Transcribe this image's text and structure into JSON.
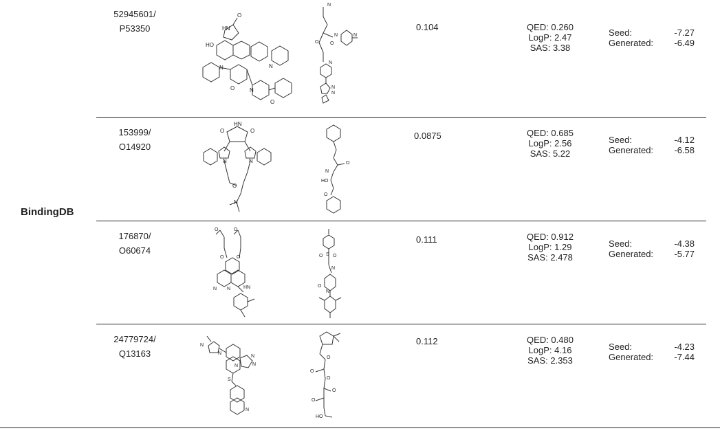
{
  "dataset_label": "BindingDB",
  "rows": [
    {
      "id_line1": "52945601/",
      "id_line2": "P53350",
      "score": "0.104",
      "qed": "QED: 0.260",
      "logp": "LogP: 2.47",
      "sas": "SAS: 3.38",
      "seed_label": "Seed:",
      "seed_value": "-7.27",
      "generated_label": "Generated:",
      "generated_value": "-6.49",
      "seed_atom_labels": [
        "HN",
        "HO",
        "O",
        "N",
        "N",
        "O",
        "N",
        "O"
      ],
      "gen_atom_labels": [
        "N",
        "N",
        "N",
        "N",
        "O",
        "O",
        "N",
        "N"
      ]
    },
    {
      "id_line1": "153999/",
      "id_line2": "O14920",
      "score": "0.0875",
      "qed": "QED: 0.685",
      "logp": "LogP: 2.56",
      "sas": "SAS: 5.22",
      "seed_label": "Seed:",
      "seed_value": "-4.12",
      "generated_label": "Generated:",
      "generated_value": "-6.58",
      "seed_atom_labels": [
        "HN",
        "O",
        "O",
        "N",
        "N",
        "O",
        "N"
      ],
      "gen_atom_labels": [
        "N",
        "O",
        "HO",
        "O"
      ]
    },
    {
      "id_line1": "176870/",
      "id_line2": "O60674",
      "score": "0.111",
      "qed": "QED: 0.912",
      "logp": "LogP: 1.29",
      "sas": "SAS: 2.478",
      "seed_label": "Seed:",
      "seed_value": "-4.38",
      "generated_label": "Generated:",
      "generated_value": "-5.77",
      "seed_atom_labels": [
        "O",
        "O",
        "O",
        "O",
        "N",
        "N",
        "HN"
      ],
      "gen_atom_labels": [
        "S",
        "O",
        "O",
        "N",
        "N",
        "O"
      ]
    },
    {
      "id_line1": "24779724/",
      "id_line2": "Q13163",
      "score": "0.112",
      "qed": "QED: 0.480",
      "logp": "LogP: 4.16",
      "sas": "SAS: 2.353",
      "seed_label": "Seed:",
      "seed_value": "-4.23",
      "generated_label": "Generated:",
      "generated_value": "-7.44",
      "seed_atom_labels": [
        "N",
        "N",
        "N",
        "N",
        "N",
        "S",
        "N"
      ],
      "gen_atom_labels": [
        "O",
        "O",
        "O",
        "O",
        "O",
        "HO"
      ]
    }
  ]
}
